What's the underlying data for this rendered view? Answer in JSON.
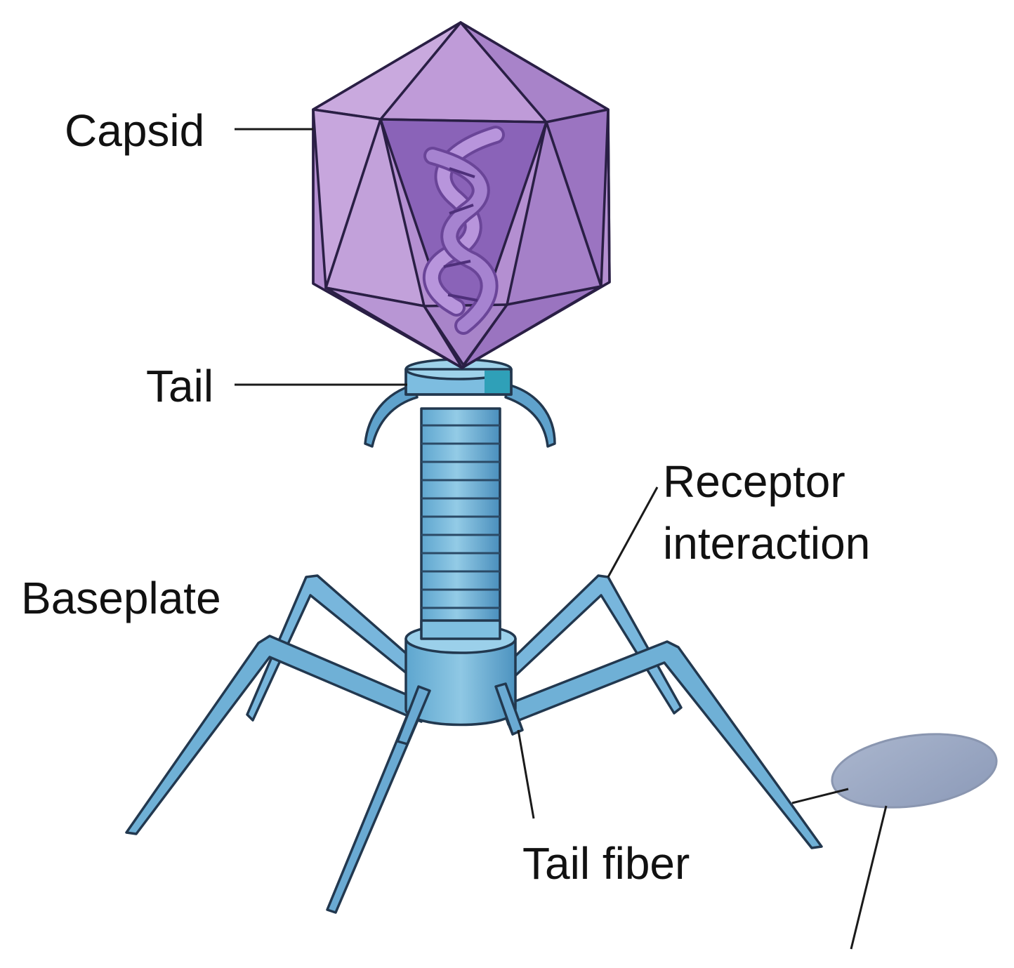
{
  "labels": {
    "capsid": "Capsid",
    "tail": "Tail",
    "baseplate": "Baseplate",
    "receptor_line1": "Receptor",
    "receptor_line2": "interaction",
    "tail_fiber": "Tail fiber"
  },
  "colors": {
    "capsid_light": "#c9a6dc",
    "capsid_mid": "#b08ad0",
    "capsid_dark": "#8f68b8",
    "capsid_deep": "#7350a0",
    "dna_light": "#a683d0",
    "dna_dark": "#6a4598",
    "tail_light": "#8ec8e4",
    "tail_mid": "#6fb0d6",
    "tail_dark": "#3e86b3",
    "collar_accent": "#2fa0b8",
    "host_cell": "#9aa8c4",
    "outline": "#2a1f45",
    "text": "#111111"
  },
  "icons": {
    "virus": "bacteriophage-icon",
    "host": "host-cell-icon"
  }
}
